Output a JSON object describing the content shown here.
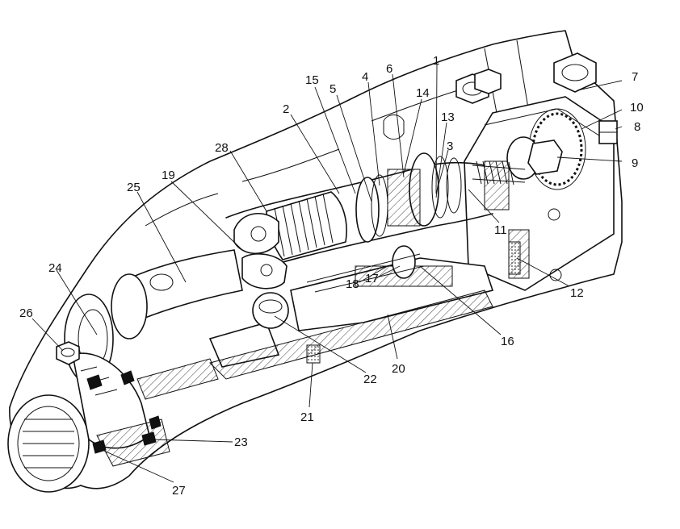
{
  "callouts": {
    "n1": "1",
    "n2": "2",
    "n3": "3",
    "n4": "4",
    "n5": "5",
    "n6": "6",
    "n7": "7",
    "n8": "8",
    "n9": "9",
    "n10": "10",
    "n11": "11",
    "n12": "12",
    "n13": "13",
    "n14": "14",
    "n15": "15",
    "n16": "16",
    "n17": "17",
    "n18": "18",
    "n19": "19",
    "n20": "20",
    "n21": "21",
    "n22": "22",
    "n23": "23",
    "n24": "24",
    "n25": "25",
    "n26": "26",
    "n27": "27",
    "n28": "28"
  }
}
